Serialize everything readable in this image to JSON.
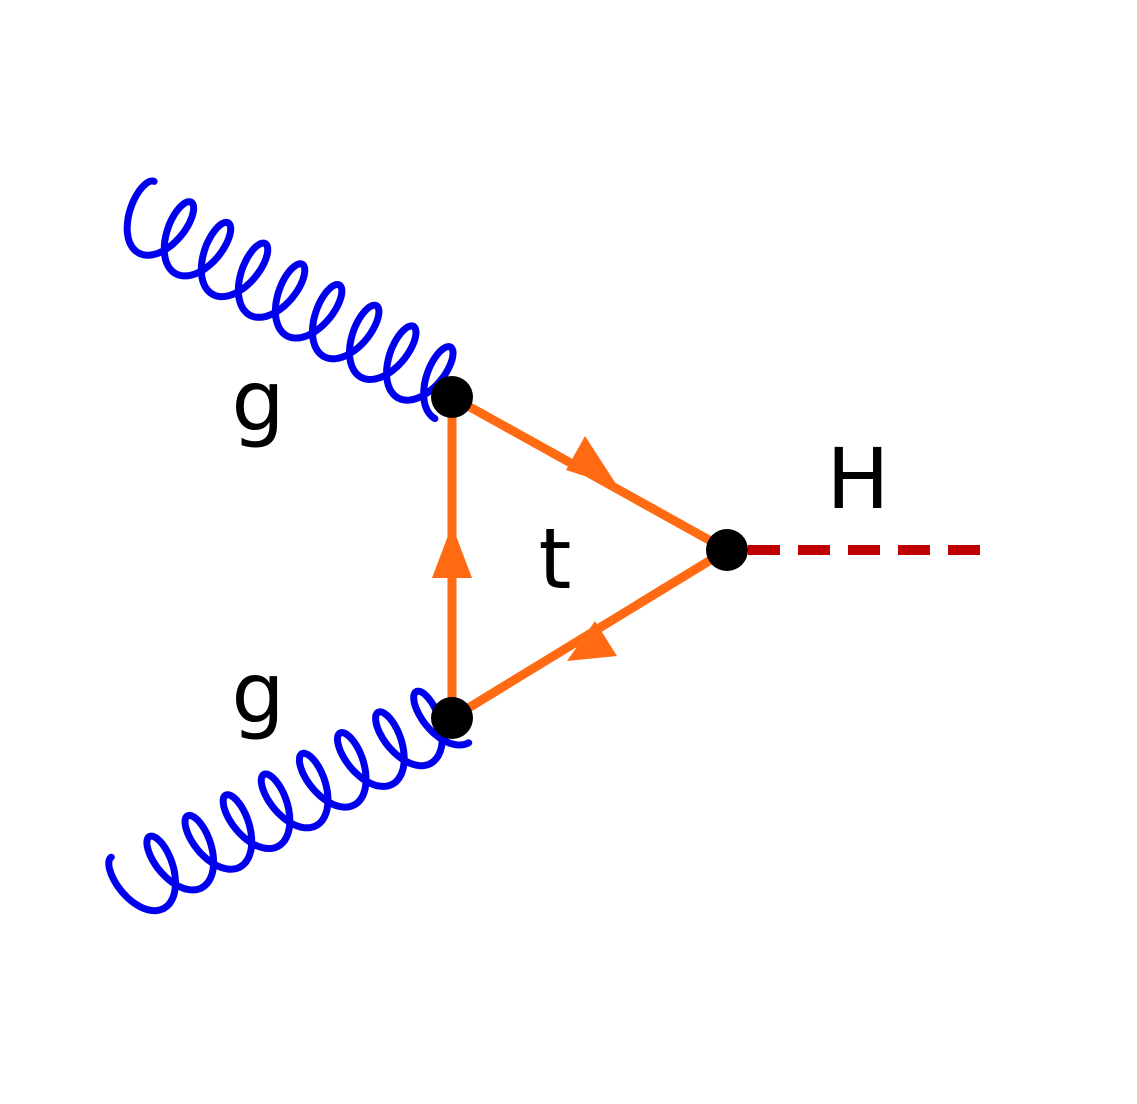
{
  "labels": {
    "gluon_top": "g",
    "gluon_bottom": "g",
    "top_quark": "t",
    "higgs": "H"
  },
  "colors": {
    "gluon": "#0000ee",
    "top_quark": "#ff6a13",
    "higgs": "#c00000",
    "vertex": "#000000",
    "background": "#ffffff"
  }
}
